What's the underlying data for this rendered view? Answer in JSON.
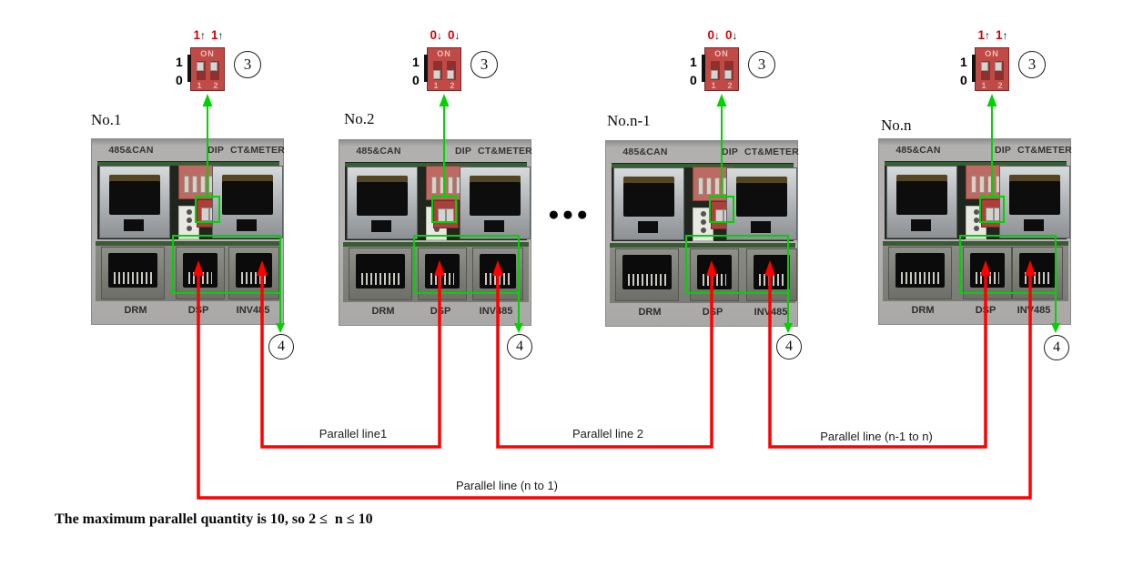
{
  "colors": {
    "annotation_green": "#00d400",
    "annotation_red": "#ff0000",
    "dip_body_red": "#bf4a46",
    "panel_gray": "#b2b0ae"
  },
  "callouts": {
    "dip": "3",
    "ports": "4"
  },
  "dip_widget": {
    "on_label": "ON",
    "side_labels": [
      "1",
      "0"
    ],
    "pin_numbers": [
      "1",
      "2"
    ]
  },
  "panel_labels": {
    "top": [
      "485&CAN",
      "DIP",
      "CT&METER"
    ],
    "bottom": [
      "DRM",
      "DSP",
      "INV485"
    ]
  },
  "panels": [
    {
      "title": "No.1",
      "dip": {
        "d1": "1",
        "d2": "1",
        "arrow": "↑",
        "dir": "up"
      }
    },
    {
      "title": "No.2",
      "dip": {
        "d1": "0",
        "d2": "0",
        "arrow": "↓",
        "dir": "down"
      }
    },
    {
      "title": "No.n-1",
      "dip": {
        "d1": "0",
        "d2": "0",
        "arrow": "↓",
        "dir": "down"
      }
    },
    {
      "title": "No.n",
      "dip": {
        "d1": "1",
        "d2": "1",
        "arrow": "↑",
        "dir": "up"
      }
    }
  ],
  "ellipsis": "●●●",
  "connections": {
    "line1": "Parallel line1",
    "line2": "Parallel line 2",
    "line_n1_n": "Parallel line (n-1 to n)",
    "line_n_1": "Parallel line (n to 1)"
  },
  "footnote": "The maximum parallel quantity is 10, so 2 ≤  n ≤ 10"
}
